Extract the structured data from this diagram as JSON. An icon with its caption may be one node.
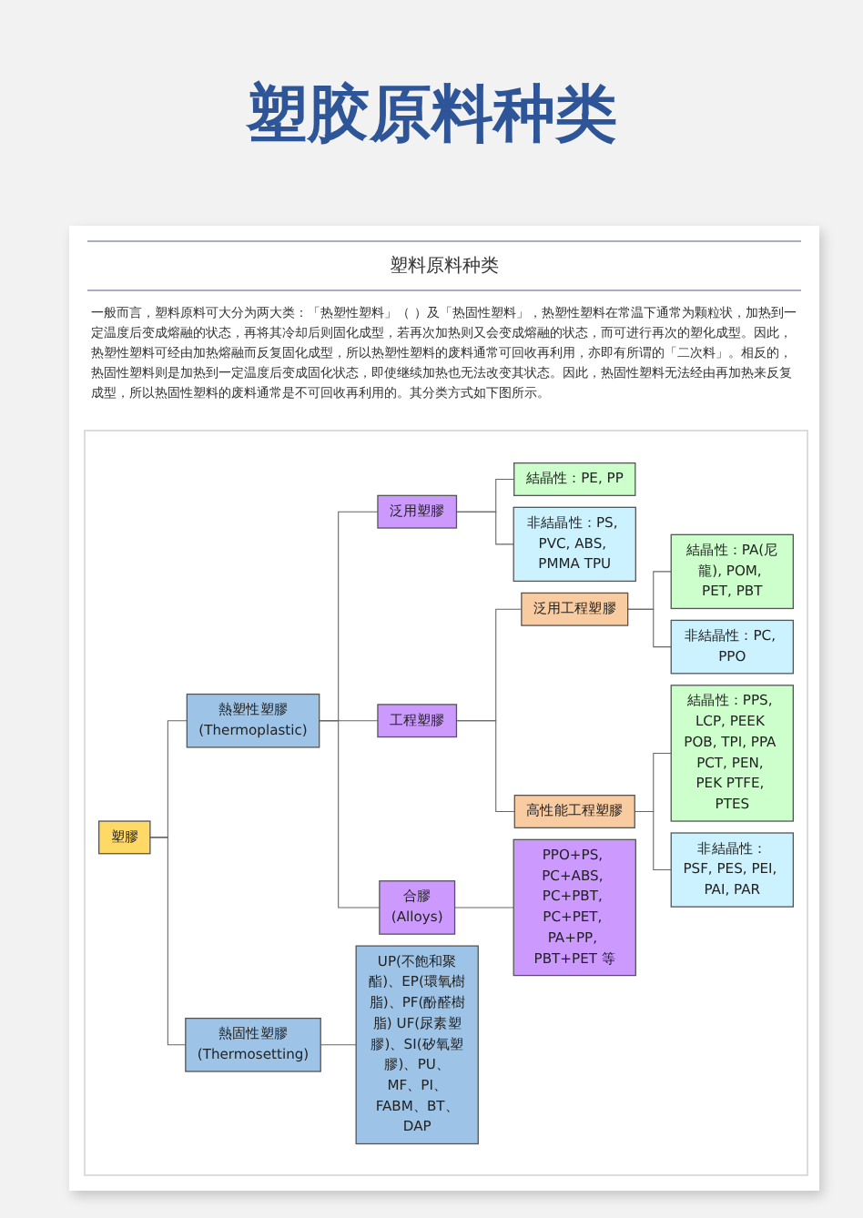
{
  "diagram": {
    "title": "塑胶原料种类",
    "nodes": [
      {
        "text": [
          "塑膠"
        ]
      },
      {
        "text": [
          "熱塑性塑膠",
          "(Thermoplastic)"
        ]
      },
      {
        "text": [
          "泛用塑膠"
        ]
      },
      {
        "text": [
          "結晶性：PE, PP"
        ]
      },
      {
        "text": [
          "非結晶性：PS, PVC, ABS, PMMA TPU"
        ]
      },
      {
        "text": [
          "工程塑膠"
        ]
      },
      {
        "text": [
          "泛用工程塑膠"
        ]
      },
      {
        "text": [
          "結晶性：PA(尼龍), POM, PET, PBT"
        ]
      },
      {
        "text": [
          "非結晶性：PC, PPO"
        ]
      },
      {
        "text": [
          "高性能工程塑膠"
        ]
      },
      {
        "text": [
          "結晶性：PPS, LCP, PEEK POB, TPI, PPA PCT, PEN, PEK PTFE, PTES"
        ]
      },
      {
        "text": [
          "非結晶性：PSF, PES, PEI, PAI, PAR"
        ]
      },
      {
        "text": [
          "合膠",
          "(Alloys)"
        ]
      },
      {
        "text": [
          "PPO+PS, PC+ABS, PC+PBT, PC+PET, PA+PP, PBT+PET 等"
        ]
      },
      {
        "text": [
          "熱固性塑膠",
          "(Thermosetting)"
        ]
      },
      {
        "text": [
          "UP(不飽和聚酯)、EP(環氧樹脂)、PF(酚醛樹脂) UF(尿素塑膠)、SI(矽氧塑膠)、PU、MF、PI、FABM、BT、DAP"
        ]
      }
    ],
    "edges": [
      {
        "from": 0,
        "to": 1,
        "arrow": "none"
      },
      {
        "from": 1,
        "to": 2,
        "arrow": "none"
      },
      {
        "from": 2,
        "to": 3,
        "arrow": "none"
      },
      {
        "from": 2,
        "to": 4,
        "arrow": "none"
      },
      {
        "from": 1,
        "to": 5,
        "arrow": "none"
      },
      {
        "from": 5,
        "to": 6,
        "arrow": "none"
      },
      {
        "from": 6,
        "to": 7,
        "arrow": "none"
      },
      {
        "from": 6,
        "to": 8,
        "arrow": "none"
      },
      {
        "from": 5,
        "to": 9,
        "arrow": "none"
      },
      {
        "from": 9,
        "to": 10,
        "arrow": "none"
      },
      {
        "from": 9,
        "to": 11,
        "arrow": "none"
      },
      {
        "from": 1,
        "to": 12,
        "arrow": "none"
      },
      {
        "from": 12,
        "to": 13,
        "arrow": "none"
      },
      {
        "from": 0,
        "to": 14,
        "arrow": "none"
      },
      {
        "from": 14,
        "to": 15,
        "arrow": "none"
      }
    ],
    "labels": [
      "塑料原料种类",
      "一般而言，塑料原料可大分为两大类：「热塑性塑料」（ ）及「热固性塑料」，热塑性塑料在常温下通常为颗粒状，加热到一定温度后变成熔融的状态，再将其冷却后则固化成型，若再次加热则又会变成熔融的状态，而可进行再次的塑化成型。因此，热塑性塑料可经由加热熔融而反复固化成型，所以热塑性塑料的废料通常可回收再利用，亦即有所谓的「二次料」。相反的，热固性塑料则是加热到一定温度后变成固化状态，即使继续加热也无法改变其状态。因此，热固性塑料无法经由再加热来反复成型，所以热固性塑料的废料通常是不可回收再利用的。其分类方式如下图所示。"
    ]
  }
}
